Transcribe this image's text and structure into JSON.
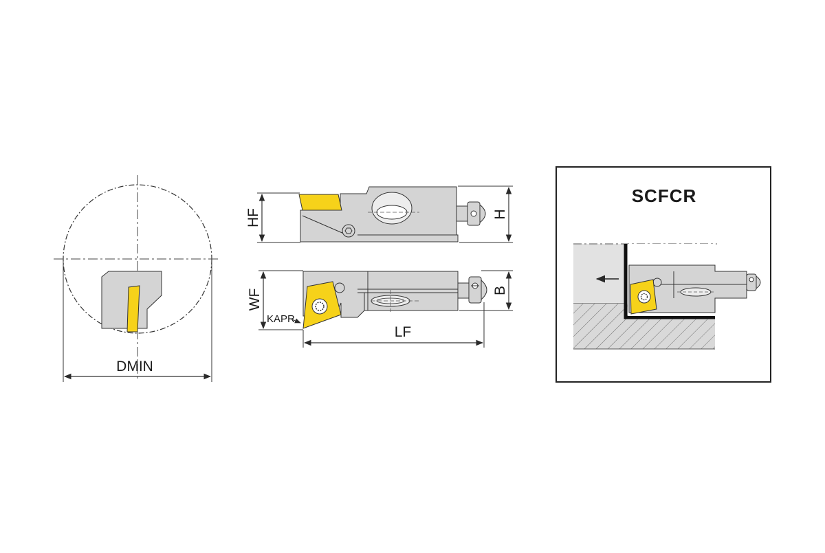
{
  "diagram": {
    "labels": {
      "dmin": "DMIN",
      "hf": "HF",
      "h": "H",
      "wf": "WF",
      "b": "B",
      "lf": "LF",
      "kapr": "KAPR"
    },
    "title": "SCFCR",
    "colors": {
      "insert": "#f6d21a",
      "body": "#d4d4d4",
      "body_dark": "#bdbdbd",
      "line": "#2a2a2a",
      "background": "#ffffff"
    },
    "icons": [
      "arrow-left-icon"
    ]
  }
}
